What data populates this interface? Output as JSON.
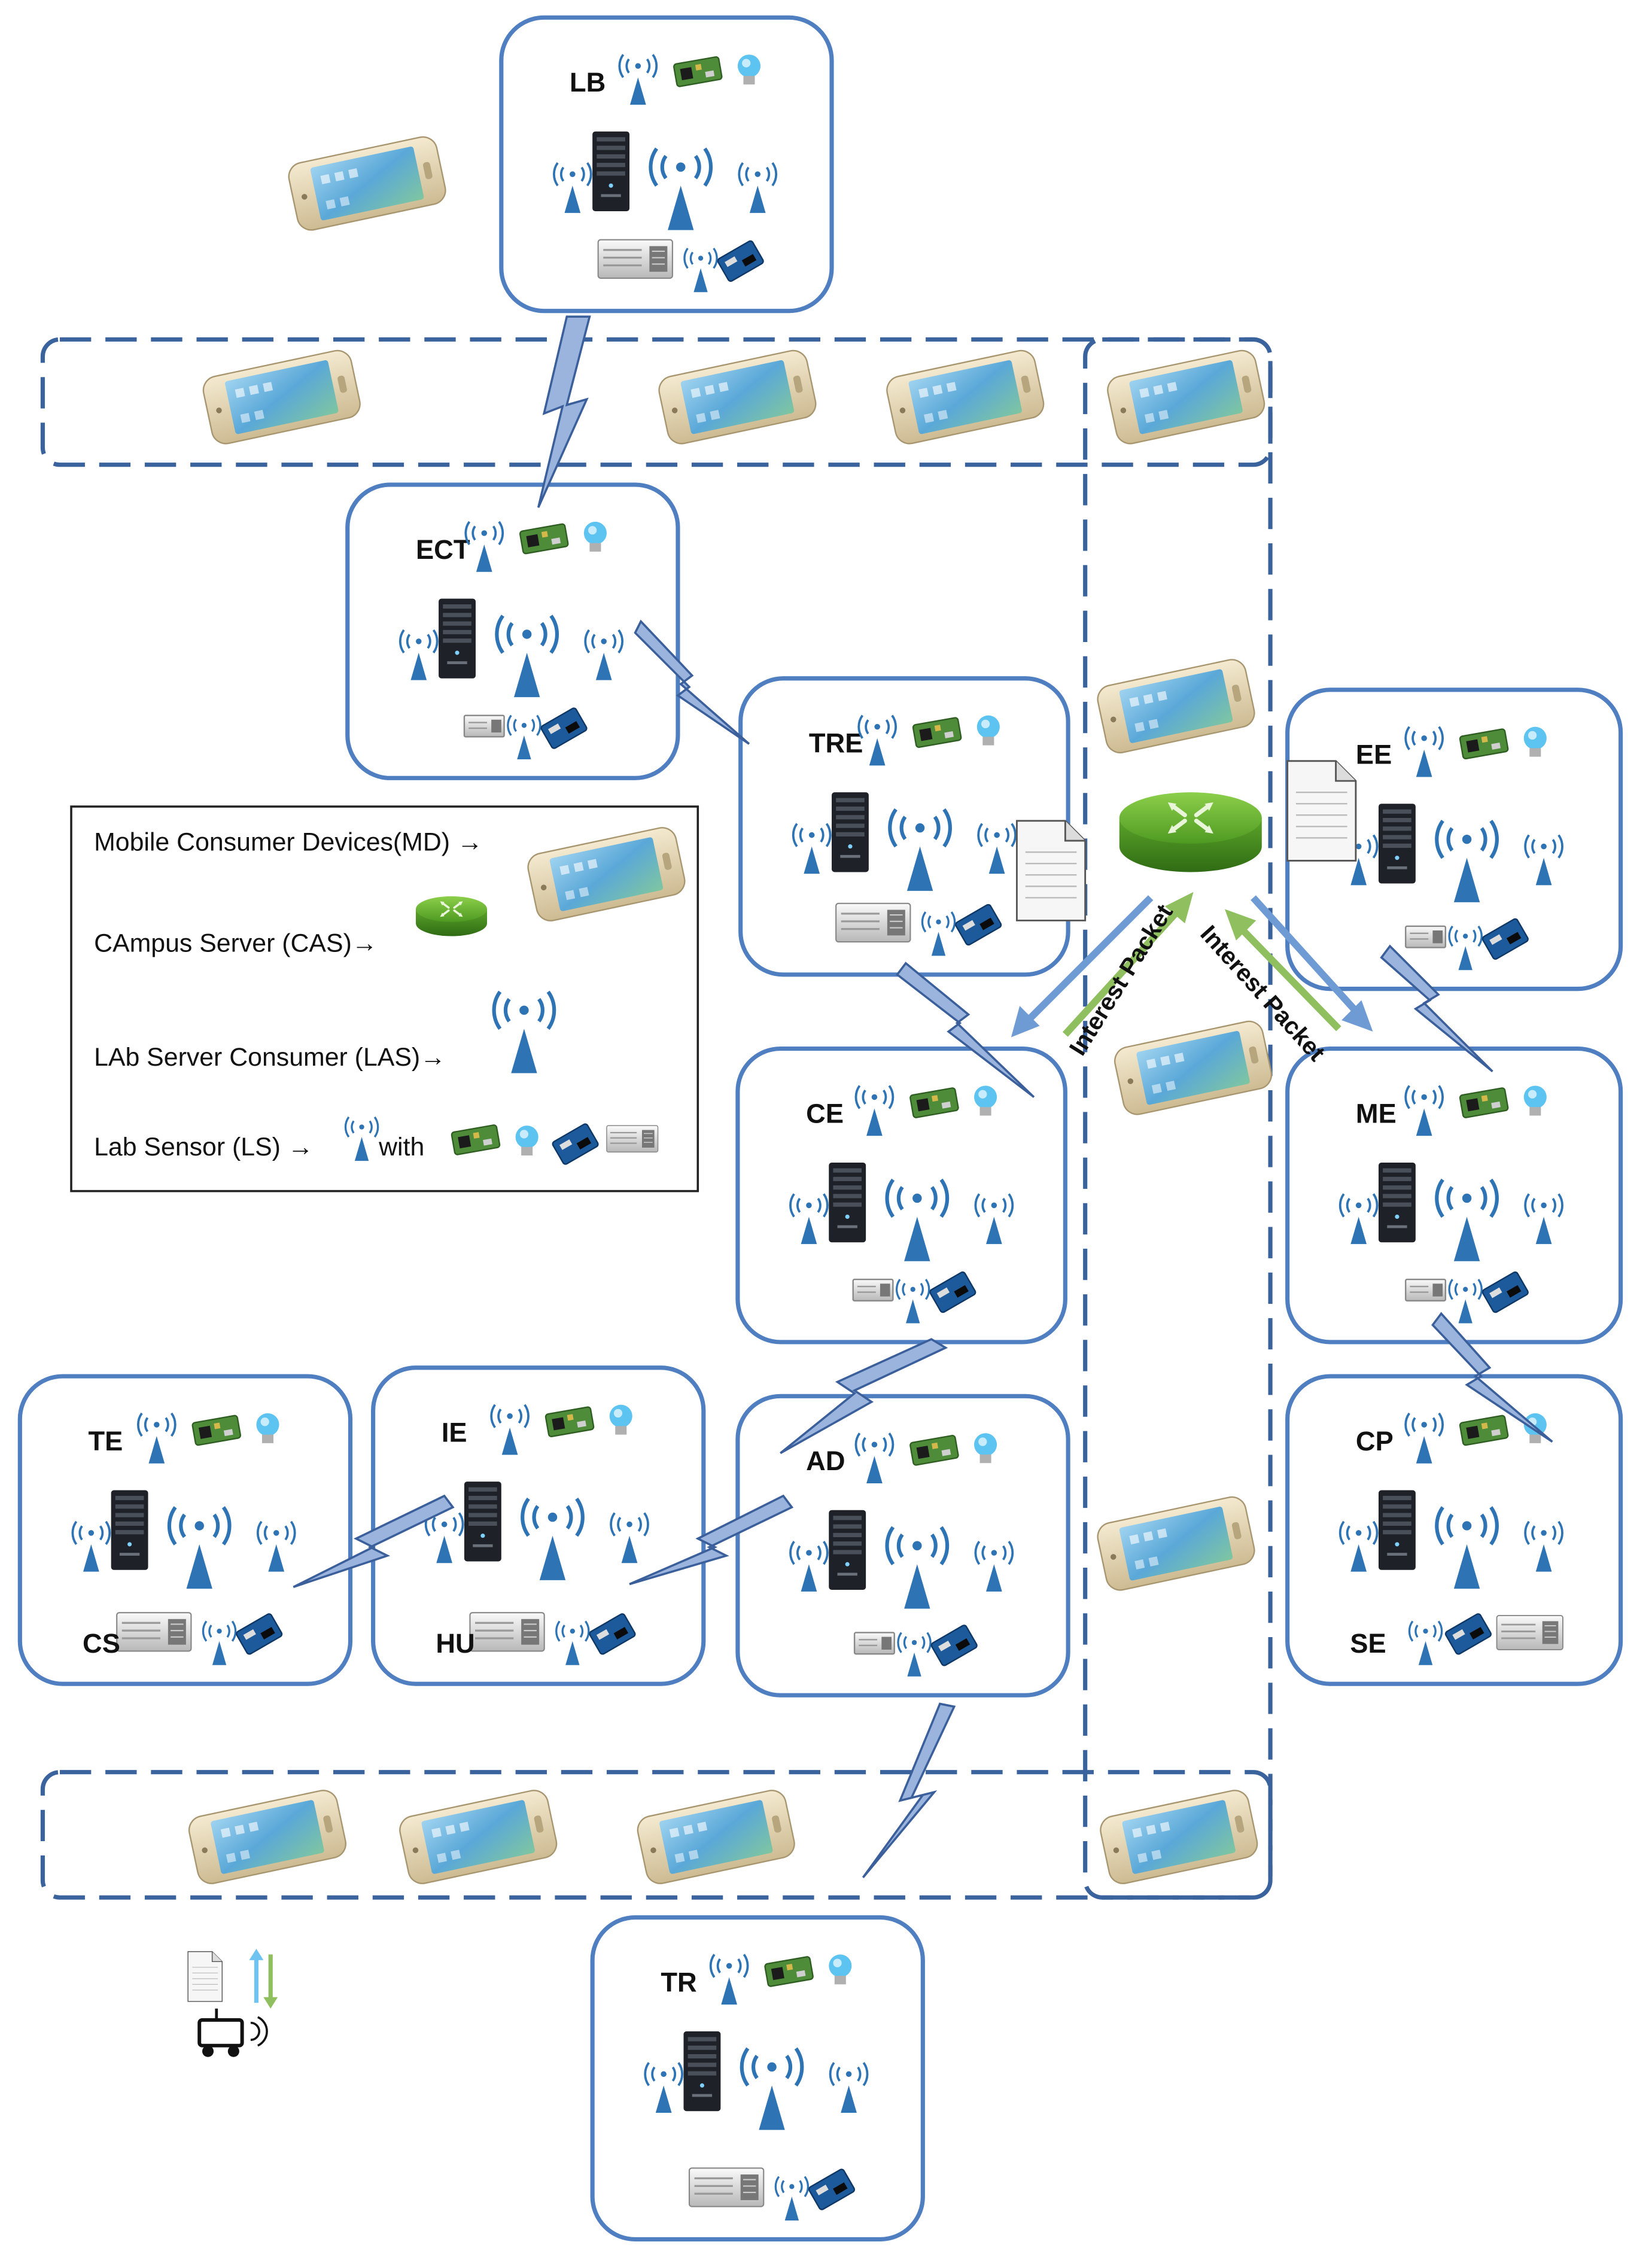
{
  "colors": {
    "box_stroke": "#4f7fc0",
    "dashed_stroke": "#3a639d",
    "bolt_fill": "#9ab4dd",
    "bolt_stroke": "#3a5f9a",
    "router_green": "#5fa12a",
    "arrow_blue": "#6f9bd4",
    "arrow_green": "#8fbf5e",
    "antenna_blue": "#2e74b5"
  },
  "labs": [
    {
      "id": "lb",
      "label": "LB"
    },
    {
      "id": "ect",
      "label": "ECT"
    },
    {
      "id": "tre",
      "label": "TRE"
    },
    {
      "id": "ee",
      "label": "EE"
    },
    {
      "id": "ce",
      "label": "CE"
    },
    {
      "id": "me",
      "label": "ME"
    },
    {
      "id": "te",
      "label": "TE",
      "sublabel": "CS"
    },
    {
      "id": "ie",
      "label": "IE",
      "sublabel": "HU"
    },
    {
      "id": "ad",
      "label": "AD"
    },
    {
      "id": "cp",
      "label": "CP",
      "sublabel": "SE"
    },
    {
      "id": "tr",
      "label": "TR"
    }
  ],
  "legend": {
    "items": [
      {
        "text": "Mobile Consumer Devices(MD) →",
        "icon": "smartphone-icon"
      },
      {
        "text": "CAmpus Server (CAS)→",
        "icon": "router-icon"
      },
      {
        "text": "LAb Server Consumer (LAS)→",
        "icon": "antenna-icon"
      },
      {
        "text": "Lab Sensor (LS) →",
        "icon": "antenna-icon",
        "suffix": "with"
      }
    ]
  },
  "packets": [
    {
      "label": "Interest Packet"
    },
    {
      "label": "Interest Packet"
    }
  ],
  "icons": {
    "phone": "smartphone-icon",
    "router": "router-icon",
    "antenna": "antenna-icon",
    "server": "server-tower-icon",
    "board": "circuit-board-icon",
    "bulb": "light-bulb-icon",
    "arduino": "arduino-icon",
    "ac": "air-conditioner-icon",
    "doc": "document-icon",
    "arrows": "up-down-arrows-icon",
    "robot": "robot-cart-icon"
  }
}
